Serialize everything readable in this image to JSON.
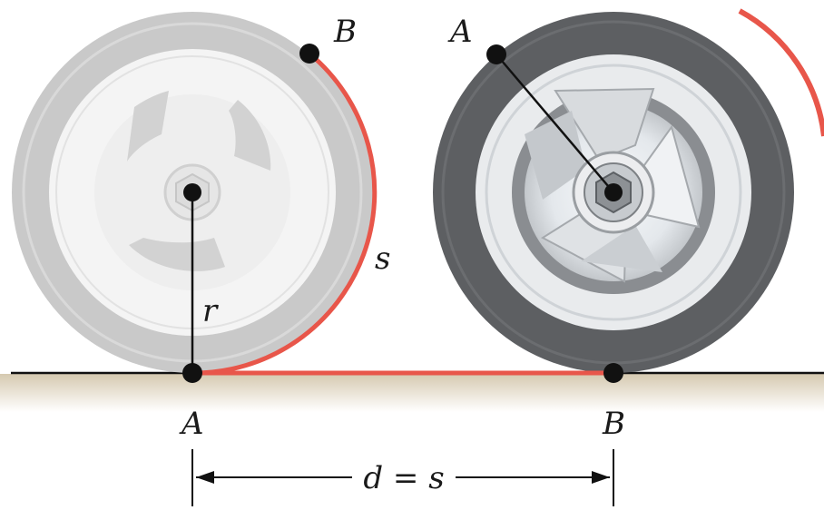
{
  "labels": {
    "left_top_point": "B",
    "left_bottom_point": "A",
    "right_top_point": "A",
    "right_bottom_point": "B",
    "radius": "r",
    "arc_length": "s",
    "distance": "d = s"
  },
  "colors": {
    "arc": "#e8564a",
    "rotation_arrow": "#e8564a",
    "wheel_faded_tire": "#c9c9c9",
    "wheel_dark_tire": "#5d5f62",
    "ground": "#d8cdb6",
    "line": "#111111"
  },
  "icons": {
    "wheels": "wheel-icon",
    "rotation": "curved-arrow-icon"
  }
}
